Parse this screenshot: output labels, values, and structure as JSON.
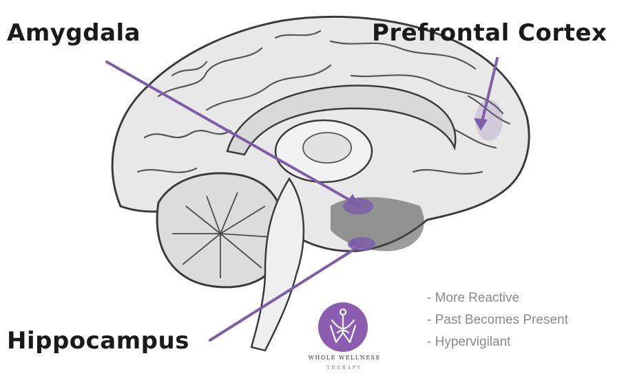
{
  "labels": {
    "amygdala": "Amygdala",
    "prefrontal": "Prefrontal Cortex",
    "hippocampus": "Hippocampus"
  },
  "effects": [
    "- More Reactive",
    "- Past Becomes Present",
    "- Hypervigilant"
  ],
  "logo": {
    "name": "WHOLE WELLNESS",
    "tagline": "THERAPY"
  },
  "colors": {
    "accent": "#7b5ea7",
    "logo_circle": "#8a5db0",
    "brain_fill": "#e6e6e6",
    "brain_line": "#3a3a3a"
  }
}
